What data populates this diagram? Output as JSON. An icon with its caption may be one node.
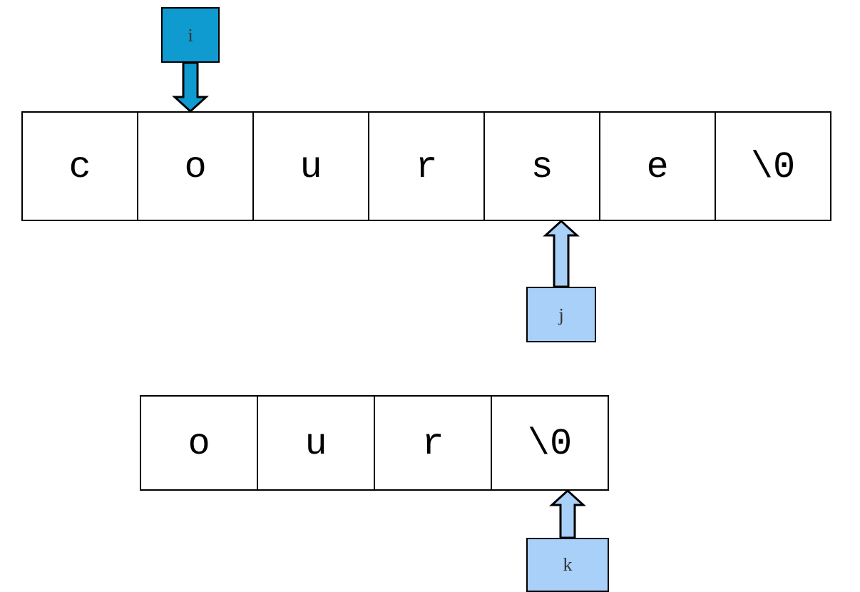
{
  "diagram": {
    "nodes": [
      {
        "text": [
          "i"
        ]
      },
      {
        "text": [
          "c"
        ]
      },
      {
        "text": [
          "o"
        ]
      },
      {
        "text": [
          "u"
        ]
      },
      {
        "text": [
          "r"
        ]
      },
      {
        "text": [
          "s"
        ]
      },
      {
        "text": [
          "e"
        ]
      },
      {
        "text": [
          "\\0"
        ]
      },
      {
        "text": [
          "j"
        ]
      },
      {
        "text": [
          "o"
        ]
      },
      {
        "text": [
          "u"
        ]
      },
      {
        "text": [
          "r"
        ]
      },
      {
        "text": [
          "\\0"
        ]
      },
      {
        "text": [
          "k"
        ]
      }
    ],
    "edges": [
      {
        "from": 0,
        "to": 2,
        "arrow": "to",
        "color": "#0f9bd0"
      },
      {
        "from": 8,
        "to": 5,
        "arrow": "to"
      },
      {
        "from": 13,
        "to": 12,
        "arrow": "to"
      }
    ]
  }
}
